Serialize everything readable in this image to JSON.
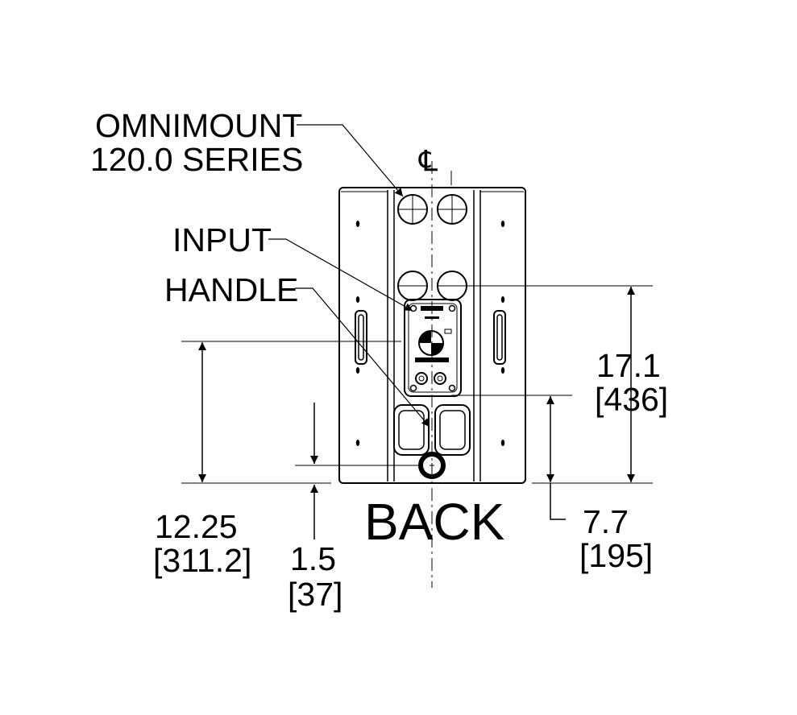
{
  "callouts": {
    "omnimount_line1": "OMNIMOUNT",
    "omnimount_line2": "120.0 SERIES",
    "input": "INPUT",
    "handle": "HANDLE"
  },
  "view_title": "BACK",
  "centerline_symbol": "℄",
  "dimensions": {
    "height_in": "17.1",
    "height_mm": "[436]",
    "handle_center_in": "7.7",
    "handle_center_mm": "[195]",
    "input_height_in": "12.25",
    "input_height_mm": "[311.2]",
    "hole_offset_in": "1.5",
    "hole_offset_mm": "[37]"
  },
  "colors": {
    "line": "#000000",
    "background": "#ffffff"
  }
}
